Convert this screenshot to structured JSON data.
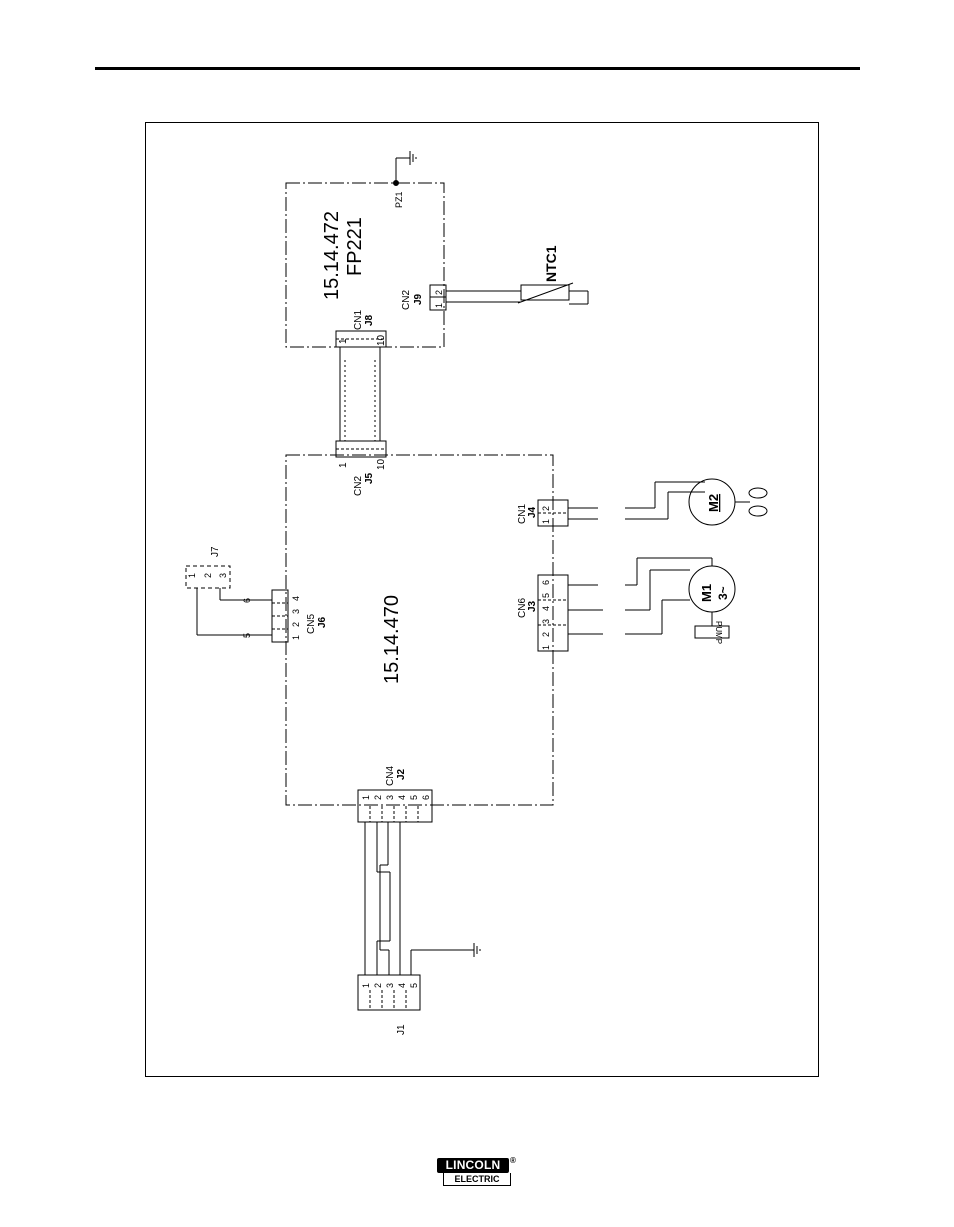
{
  "boards": {
    "upper": {
      "part": "15.14.472",
      "name": "FP221",
      "ground_point": "PZ1"
    },
    "lower": {
      "part": "15.14.470"
    }
  },
  "connectors": {
    "cn1_j8": {
      "cn": "CN1",
      "j": "J8",
      "pin_first": "1",
      "pin_last": "10"
    },
    "cn2_j9": {
      "cn": "CN2",
      "j": "J9",
      "pins": [
        "1",
        "2"
      ]
    },
    "cn2_j5": {
      "cn": "CN2",
      "j": "J5",
      "pin_first": "1",
      "pin_last": "10"
    },
    "cn1_j4": {
      "cn": "CN1",
      "j": "J4",
      "pins": [
        "1",
        "2"
      ]
    },
    "cn6_j3": {
      "cn": "CN6",
      "j": "J3",
      "pins": [
        "1",
        "2",
        "3",
        "4",
        "5",
        "6"
      ]
    },
    "cn5_j6": {
      "cn": "CN5",
      "j": "J6",
      "pins": [
        "1",
        "2",
        "3",
        "4"
      ],
      "wire_labels": [
        "5",
        "6"
      ]
    },
    "j7": {
      "j": "J7",
      "pins": [
        "1",
        "2",
        "3"
      ]
    },
    "cn4_j2": {
      "cn": "CN4",
      "j": "J2",
      "pins": [
        "1",
        "2",
        "3",
        "4",
        "5",
        "6"
      ]
    },
    "j1": {
      "j": "J1",
      "pins": [
        "1",
        "2",
        "3",
        "4",
        "5"
      ]
    }
  },
  "components": {
    "thermistor": "NTC1",
    "fan_motor": "M2",
    "pump_motor": "M1",
    "pump_motor_phase": "3~",
    "pump_label": "PUMP"
  },
  "logo": {
    "line1": "LINCOLN",
    "line2": "ELECTRIC",
    "reg": "®"
  }
}
